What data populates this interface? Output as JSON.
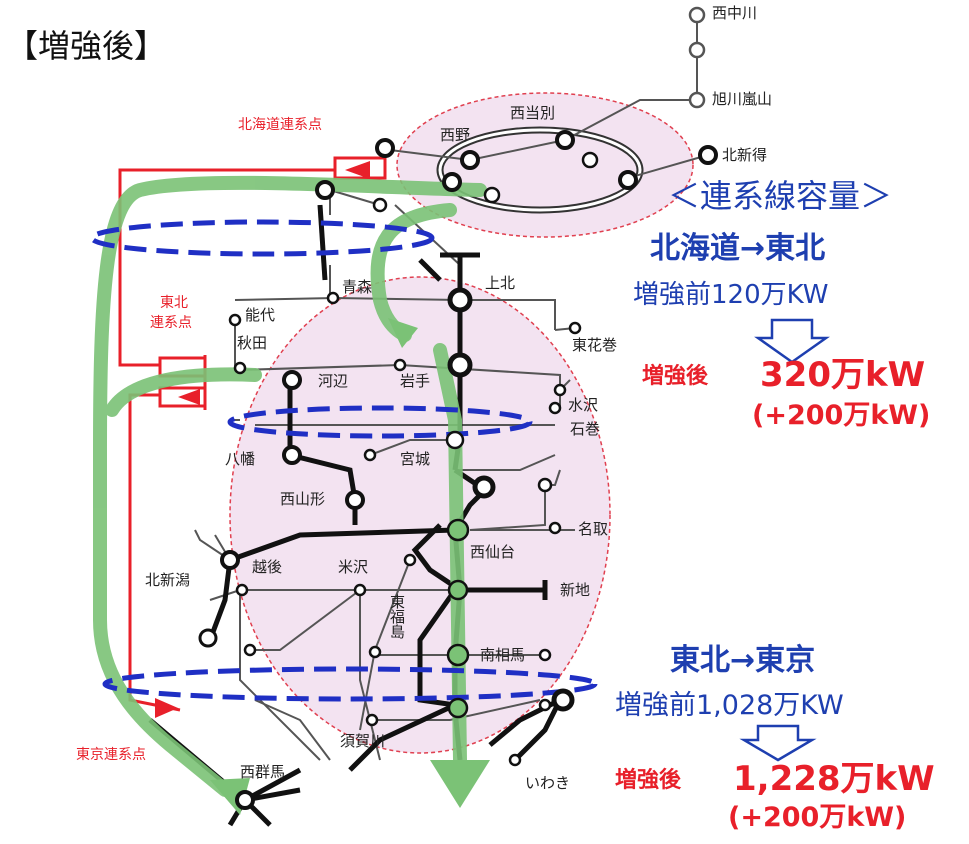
{
  "page_title": "【増強後】",
  "connection_points": {
    "hokkaido": "北海道連系点",
    "tohoku_1": "東北",
    "tohoku_2": "連系点",
    "tokyo": "東京連系点"
  },
  "stations": {
    "nishinakagawa": "西中川",
    "asahikawa": "旭川嵐山",
    "nishitobetsu": "西当別",
    "nishino": "西野",
    "kitashintoku": "北新得",
    "kamikita": "上北",
    "aomori": "青森",
    "noshiro": "能代",
    "akita": "秋田",
    "higashihanamaki": "東花巻",
    "kawabe": "河辺",
    "iwate": "岩手",
    "mizusawa": "水沢",
    "ishinomaki": "石巻",
    "yawata": "八幡",
    "miyagi": "宮城",
    "nishiyamagata": "西山形",
    "natori": "名取",
    "nishisendai": "西仙台",
    "kitaniigata": "北新潟",
    "echigo": "越後",
    "yonezawa": "米沢",
    "shinchi": "新地",
    "higashifukushima": "東福島",
    "minamisoma": "南相馬",
    "sukagawa": "須賀川",
    "iwaki": "いわき",
    "nishigunma": "西群馬"
  },
  "capacity": {
    "heading": "＜連系線容量＞",
    "hokkaido_tohoku": {
      "route": "北海道→東北",
      "before": "増強前120万KW",
      "after_label": "増強後",
      "after_value": "320万kW",
      "increase": "(+200万kW)"
    },
    "tohoku_tokyo": {
      "route": "東北→東京",
      "before": "増強前1,028万KW",
      "after_label": "増強後",
      "after_value": "1,228万kW",
      "increase": "(+200万kW)"
    }
  },
  "colors": {
    "region_fill": "#f3e3f1",
    "region_border": "#e04050",
    "flow_arrow": "#7bc276",
    "interconnect_red": "#e8202a",
    "boundary_blue": "#1f2fc4",
    "text_blue": "#1e3fb0",
    "text_red": "#e8202a"
  }
}
